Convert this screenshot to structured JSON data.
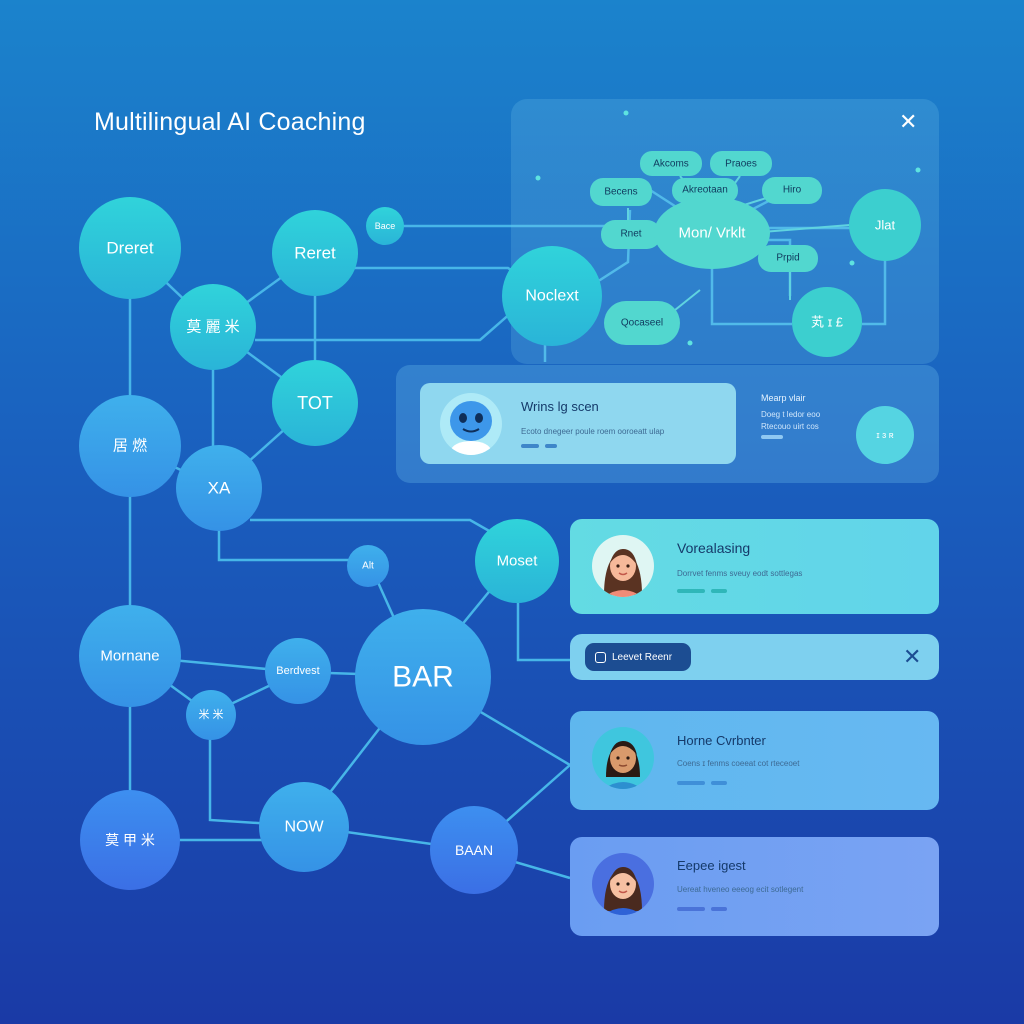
{
  "title": "Multilingual AI Coaching",
  "colors": {
    "line": "#47b6e8",
    "node_teal": "#2fcbd8",
    "node_blue": "#3fa6ec",
    "node_deep": "#3b7ee8",
    "pill": "#52d7cf"
  },
  "nodes": {
    "dreret": "Dreret",
    "reret": "Reret",
    "cjk1": "莫 麗 米",
    "tot": "TOT",
    "cjk2": "居 燃",
    "xa": "XA",
    "bace": "Bace",
    "noclext": "Noclext",
    "alt": "Alt",
    "moset": "Moset",
    "mornane": "Mornane",
    "berdvest": "Berdvest",
    "cjk3": "米 米",
    "bar": "BAR",
    "now": "NOW",
    "cjk4": "莫 甲 米",
    "baan": "BAAN"
  },
  "panel": {
    "hub": "Mon/ Vrklt",
    "pills": [
      "Akcoms",
      "Praoes",
      "Becens",
      "Akreotaan",
      "Hiro",
      "Rnet",
      "Prpid",
      "Qocaseel"
    ],
    "jlat": "Jlat",
    "cjk": "芄 ɪ £",
    "close_icon": "close-icon"
  },
  "wide_card": {
    "title": "Wrins lg scen",
    "subtitle": "Ecoto dnegeer poule roem ooroeatt ulap",
    "side_title": "Mearp vlair",
    "side_line1": "Doeg t ledor eoo",
    "side_line2": "Rtecouo uirt cos",
    "circle": "ɪ ɜ ʀ"
  },
  "cards": [
    {
      "title": "Vorealasing",
      "subtitle": "Dorrvet fenms sveuy eodt sottlegas"
    },
    {
      "title": "Horne Cvrbnter",
      "subtitle": "Coens ɪ fenms coeeat cot rteceoet"
    },
    {
      "title": "Eepee igest",
      "subtitle": "Uereat hveneo eeeog ecit sotlegent"
    }
  ],
  "inline": {
    "chip_label": "Leevet Reenr",
    "chip_icon": "square-icon",
    "close_icon": "close-icon"
  }
}
